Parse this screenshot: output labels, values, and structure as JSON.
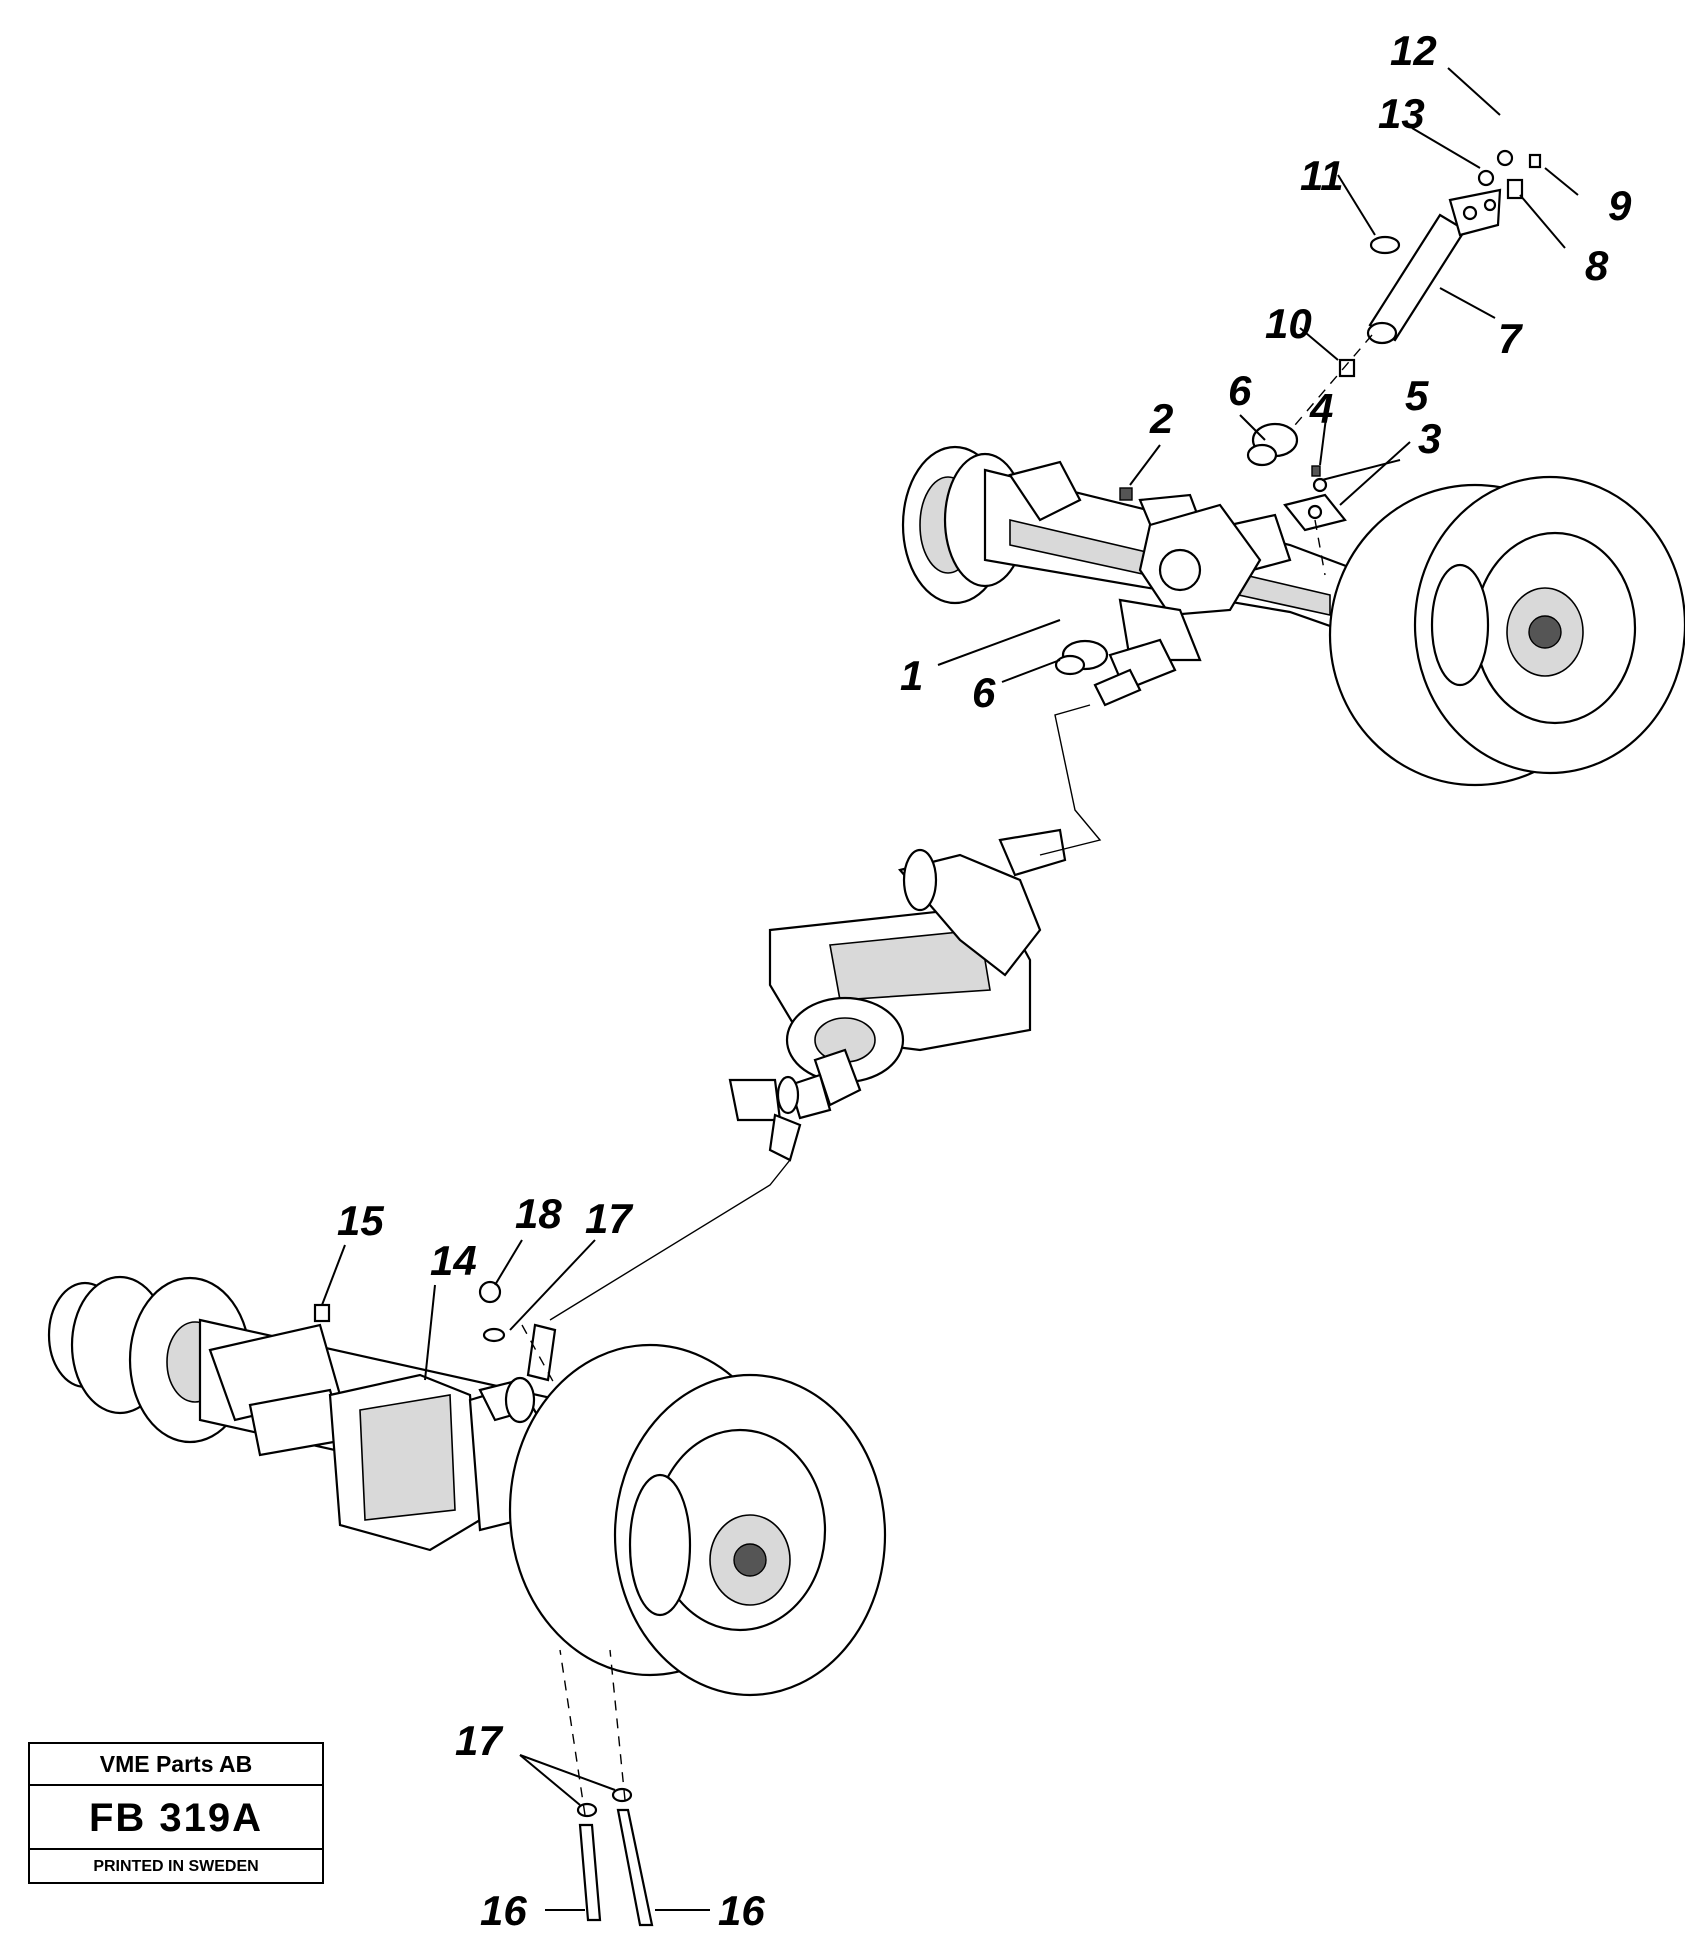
{
  "diagram": {
    "callouts": [
      {
        "label": "12"
      },
      {
        "label": "13"
      },
      {
        "label": "9"
      },
      {
        "label": "11"
      },
      {
        "label": "8"
      },
      {
        "label": "7"
      },
      {
        "label": "10"
      },
      {
        "label": "6"
      },
      {
        "label": "2"
      },
      {
        "label": "4"
      },
      {
        "label": "5"
      },
      {
        "label": "3"
      },
      {
        "label": "1"
      },
      {
        "label": "6"
      },
      {
        "label": "15"
      },
      {
        "label": "18"
      },
      {
        "label": "17"
      },
      {
        "label": "14"
      },
      {
        "label": "17"
      },
      {
        "label": "16"
      },
      {
        "label": "16"
      }
    ]
  },
  "titleblock": {
    "company": "VME Parts AB",
    "code": "FB 319A",
    "printed": "PRINTED IN SWEDEN"
  }
}
